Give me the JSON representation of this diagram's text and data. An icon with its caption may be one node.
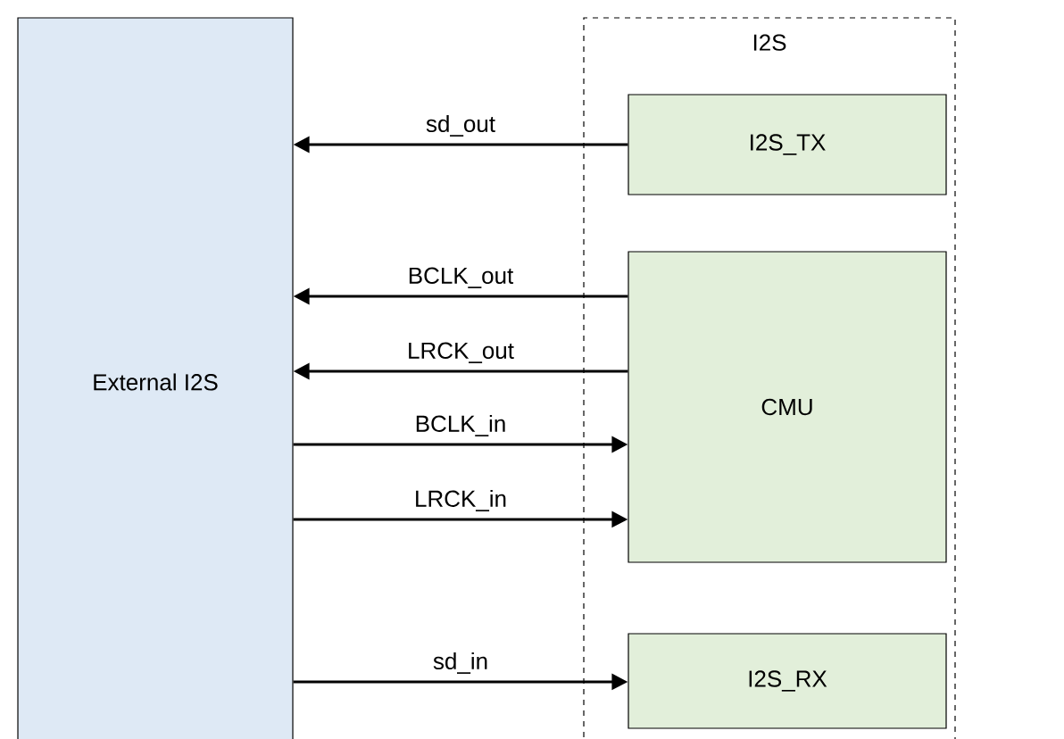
{
  "diagram": {
    "nodes": [
      {
        "text": [
          "External I2S"
        ]
      },
      {
        "text": [
          "I2S"
        ]
      },
      {
        "text": [
          "I2S_TX"
        ],
        "in": 1
      },
      {
        "text": [
          "CMU"
        ],
        "in": 1
      },
      {
        "text": [
          "I2S_RX"
        ],
        "in": 1
      }
    ],
    "edges": [
      {
        "from": 2,
        "to": 0,
        "arrow": "to",
        "label": "sd_out"
      },
      {
        "from": 3,
        "to": 0,
        "arrow": "to",
        "label": "BCLK_out"
      },
      {
        "from": 3,
        "to": 0,
        "arrow": "to",
        "label": "LRCK_out"
      },
      {
        "from": 0,
        "to": 3,
        "arrow": "to",
        "label": "BCLK_in"
      },
      {
        "from": 0,
        "to": 3,
        "arrow": "to",
        "label": "LRCK_in"
      },
      {
        "from": 0,
        "to": 4,
        "arrow": "to",
        "label": "sd_in"
      }
    ]
  }
}
